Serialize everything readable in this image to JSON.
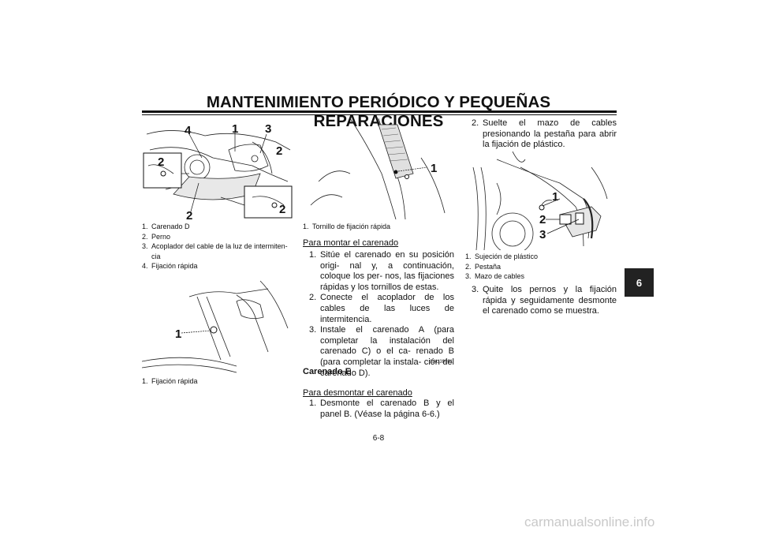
{
  "header": {
    "title": "MANTENIMIENTO PERIÓDICO Y PEQUEÑAS REPARACIONES"
  },
  "figures": {
    "fig1": {
      "callouts": [
        "4",
        "1",
        "3",
        "2",
        "2",
        "2",
        "2"
      ]
    },
    "fig2": {
      "callouts": [
        "1"
      ]
    },
    "fig3": {
      "callouts": [
        "1"
      ]
    },
    "fig4": {
      "callouts": [
        "1",
        "2",
        "3"
      ]
    }
  },
  "captions": {
    "fig1": [
      {
        "num": "1.",
        "text": "Carenado D"
      },
      {
        "num": "2.",
        "text": "Perno"
      },
      {
        "num": "3.",
        "text": "Acoplador del cable de la luz de intermiten- cia"
      },
      {
        "num": "4.",
        "text": "Fijación rápida"
      }
    ],
    "fig2": [
      {
        "num": "1.",
        "text": "Fijación rápida"
      }
    ],
    "fig3": [
      {
        "num": "1.",
        "text": "Tornillo de fijación rápida"
      }
    ],
    "fig4": [
      {
        "num": "1.",
        "text": "Sujeción de plástico"
      },
      {
        "num": "2.",
        "text": "Pestaña"
      },
      {
        "num": "3.",
        "text": "Mazo de cables"
      }
    ]
  },
  "col2": {
    "install_heading": "Para montar el carenado",
    "install_steps": [
      {
        "num": "1.",
        "text": "Sitúe el carenado en su posición origi- nal y, a continuación, coloque los per- nos, las fijaciones rápidas y los tornillos de estas."
      },
      {
        "num": "2.",
        "text": "Conecte el acoplador de los cables de las luces de intermitencia."
      },
      {
        "num": "3.",
        "text": "Instale el carenado A (para completar la instalación del carenado C) o el ca- renado B (para completar la instala- ción del carenado D)."
      }
    ],
    "code": "SAU39091",
    "section_title": "Carenado E",
    "remove_heading": "Para desmontar el carenado",
    "remove_steps": [
      {
        "num": "1.",
        "text": "Desmonte el carenado B y el panel B. (Véase la página 6-6.)"
      }
    ]
  },
  "col3": {
    "steps_top": [
      {
        "num": "2.",
        "text": "Suelte el mazo de cables presionando la pestaña para abrir la fijación de plástico."
      }
    ],
    "steps_bottom": [
      {
        "num": "3.",
        "text": "Quite los pernos y la fijación rápida y seguidamente desmonte el carenado como se muestra."
      }
    ]
  },
  "side_tab": "6",
  "page_number": "6-8",
  "watermark": "carmanualsonline.info"
}
